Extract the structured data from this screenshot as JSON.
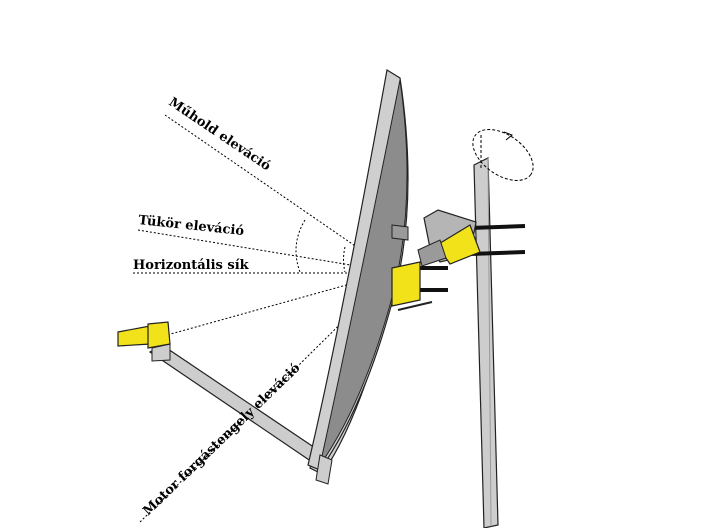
{
  "labels": {
    "satellite_elevation": "Műhold eleváció",
    "dish_elevation": "Tükör eleváció",
    "horizontal_plane": "Horizontális sík",
    "motor_axis_elevation": "Motor forgástengely eleváció"
  },
  "colors": {
    "dish_face": "#8c8c8c",
    "dish_rim": "#cfcfcf",
    "mast": "#cdcdcd",
    "bracket_yellow": "#f2e21a",
    "outline": "#222222"
  }
}
